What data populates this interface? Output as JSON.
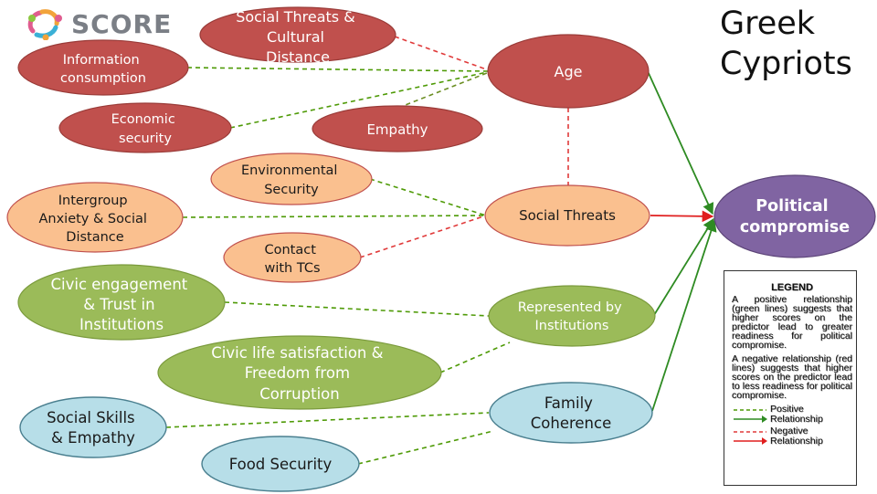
{
  "header": {
    "logo_text": "SCORE",
    "title_lines": [
      "Greek",
      "Cypriots"
    ]
  },
  "colors": {
    "red_node": "#c0504d",
    "orange_node": "#fac08f",
    "green_node": "#9bbb59",
    "blue_node": "#b7dee8",
    "purple_node": "#8064a2",
    "positive_line": "#4e9a06",
    "negative_line": "#e03a3a",
    "arrow_positive": "#2e8b22",
    "arrow_negative": "#e01f1f"
  },
  "nodes": {
    "social_threats_cultural_distance": {
      "lines": [
        "Social Threats &",
        "Cultural",
        "Distance"
      ]
    },
    "information_consumption": {
      "lines": [
        "Information",
        "consumption"
      ]
    },
    "economic_security": {
      "lines": [
        "Economic",
        "security"
      ]
    },
    "empathy": {
      "lines": [
        "Empathy"
      ]
    },
    "age": {
      "lines": [
        "Age"
      ]
    },
    "environmental_security": {
      "lines": [
        "Environmental",
        "Security"
      ]
    },
    "intergroup_anxiety": {
      "lines": [
        "Intergroup",
        "Anxiety & Social",
        "Distance"
      ]
    },
    "contact_tcs": {
      "lines": [
        "Contact",
        "with TCs"
      ]
    },
    "social_threats": {
      "lines": [
        "Social Threats"
      ]
    },
    "civic_engagement": {
      "lines": [
        "Civic engagement",
        "& Trust in",
        "Institutions"
      ]
    },
    "civic_life_satisfaction": {
      "lines": [
        "Civic life satisfaction &",
        "Freedom from",
        "Corruption"
      ]
    },
    "represented_by_institutions": {
      "lines": [
        "Represented by",
        "Institutions"
      ]
    },
    "social_skills": {
      "lines": [
        "Social Skills",
        "& Empathy"
      ]
    },
    "food_security": {
      "lines": [
        "Food Security"
      ]
    },
    "family_coherence": {
      "lines": [
        "Family",
        "Coherence"
      ]
    },
    "political_compromise": {
      "lines": [
        "Political",
        "compromise"
      ]
    }
  },
  "legend": {
    "title": "LEGEND",
    "positive_text": "A positive relationship (green lines) suggests that higher scores on the predictor lead to greater readiness for political compromise.",
    "negative_text": "A negative relationship (red lines) suggests that higher scores on the predictor lead to less readiness for political compromise.",
    "positive_label": "Positive Relationship",
    "negative_label": "Negative Relationship"
  }
}
